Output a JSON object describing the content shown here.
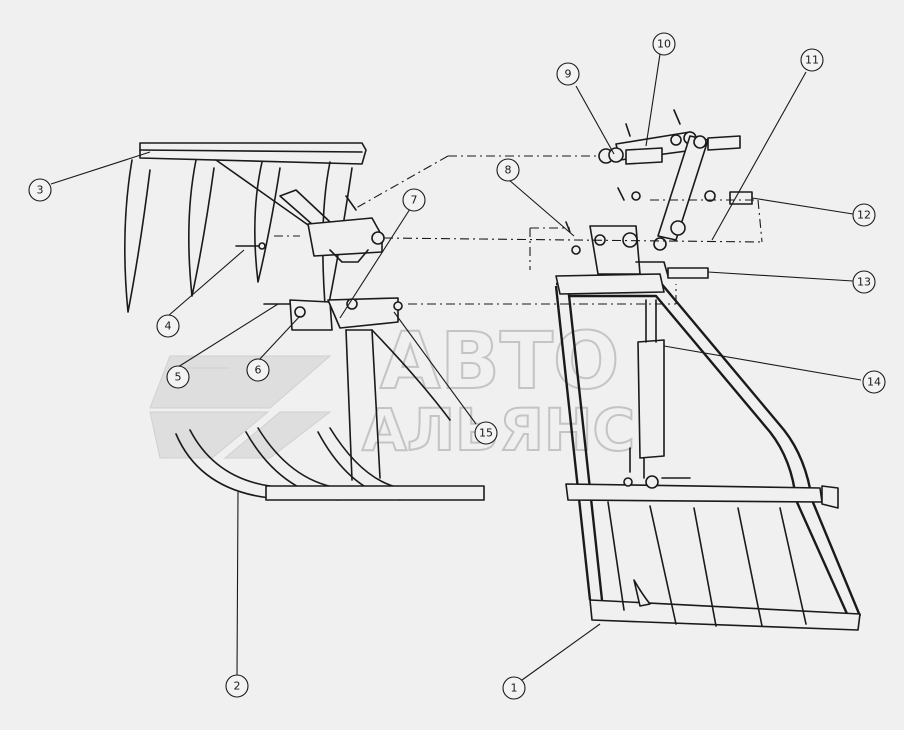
{
  "watermark": {
    "line1": "АВТО",
    "line2": "АЛЬЯНС"
  },
  "callouts": [
    {
      "id": "c1",
      "label": "1"
    },
    {
      "id": "c2",
      "label": "2"
    },
    {
      "id": "c3",
      "label": "3"
    },
    {
      "id": "c4",
      "label": "4"
    },
    {
      "id": "c5",
      "label": "5"
    },
    {
      "id": "c6",
      "label": "6"
    },
    {
      "id": "c7",
      "label": "7"
    },
    {
      "id": "c8",
      "label": "8"
    },
    {
      "id": "c9",
      "label": "9"
    },
    {
      "id": "c10",
      "label": "10"
    },
    {
      "id": "c11",
      "label": "11"
    },
    {
      "id": "c12",
      "label": "12"
    },
    {
      "id": "c13",
      "label": "13"
    },
    {
      "id": "c14",
      "label": "14"
    },
    {
      "id": "c15",
      "label": "15"
    }
  ]
}
